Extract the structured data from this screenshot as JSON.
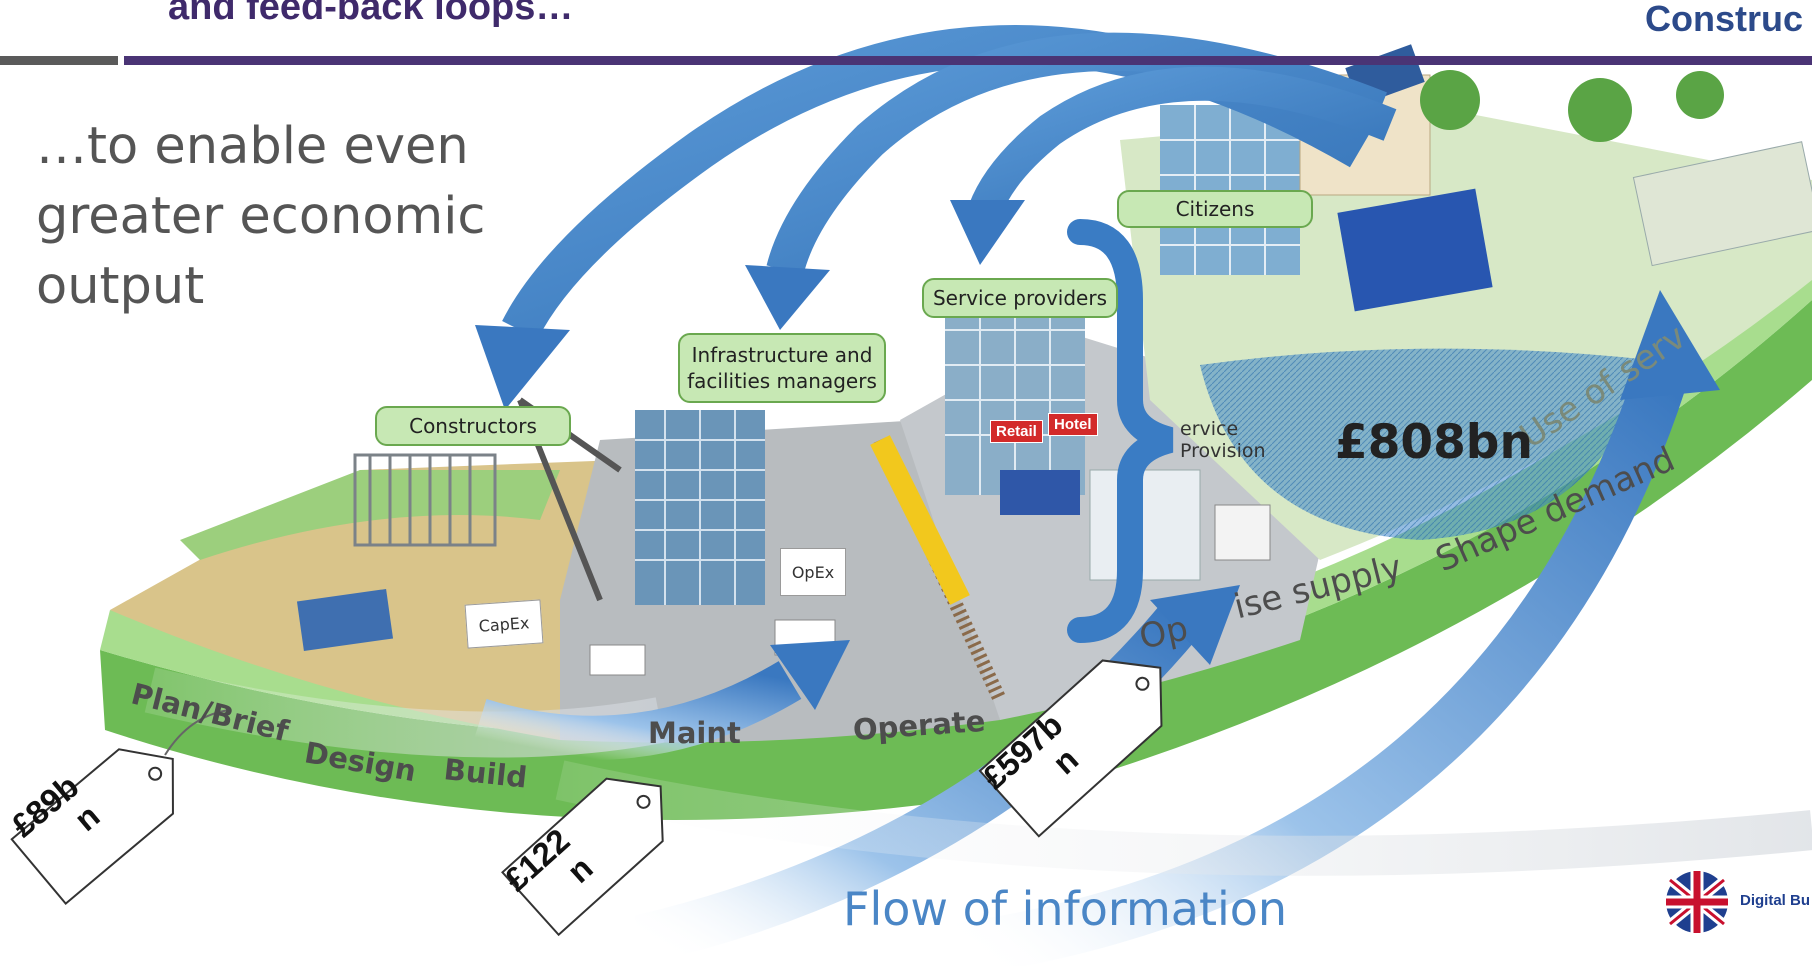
{
  "header": {
    "title": "and feed-back loops…",
    "brand": "Construc"
  },
  "headline": {
    "line1": "…to enable even",
    "line2": "greater economic",
    "line3": "output"
  },
  "actors": {
    "citizens": "Citizens",
    "service_providers": "Service providers",
    "infrastructure_line1": "Infrastructure and",
    "infrastructure_line2": "facilities managers",
    "constructors": "Constructors"
  },
  "notes": {
    "capex": "CapEx",
    "opex": "OpEx"
  },
  "signs": {
    "retail": "Retail",
    "hotel": "Hotel"
  },
  "service_provision": {
    "line1": "ervice",
    "line2": "Provision"
  },
  "stages": {
    "plan_brief": "Plan/Brief",
    "design": "Design",
    "build": "Build",
    "maintain": "Maint",
    "operate": "Operate",
    "optimise_left": "Op",
    "optimise_right": "ise supply",
    "shape_demand": "Shape deman",
    "shape_demand_end": "d",
    "use_of_service": "Use of serv"
  },
  "values": {
    "tag1_line1": "£89b",
    "tag1_line2": "n",
    "tag2_line1": "£122",
    "tag2_line2": "n",
    "tag3_line1": "£597b",
    "tag3_line2": "n",
    "total": "£808bn"
  },
  "flow_caption": "Flow of information",
  "logo": {
    "text": "Digital Bu",
    "flag_icon": "union-flag-icon"
  },
  "colors": {
    "title_purple": "#3f2a6b",
    "arrow_blue": "#4a86c6",
    "ground_green": "#7cc564",
    "label_green": "#c7e8b4",
    "headline_grey": "#555555"
  }
}
